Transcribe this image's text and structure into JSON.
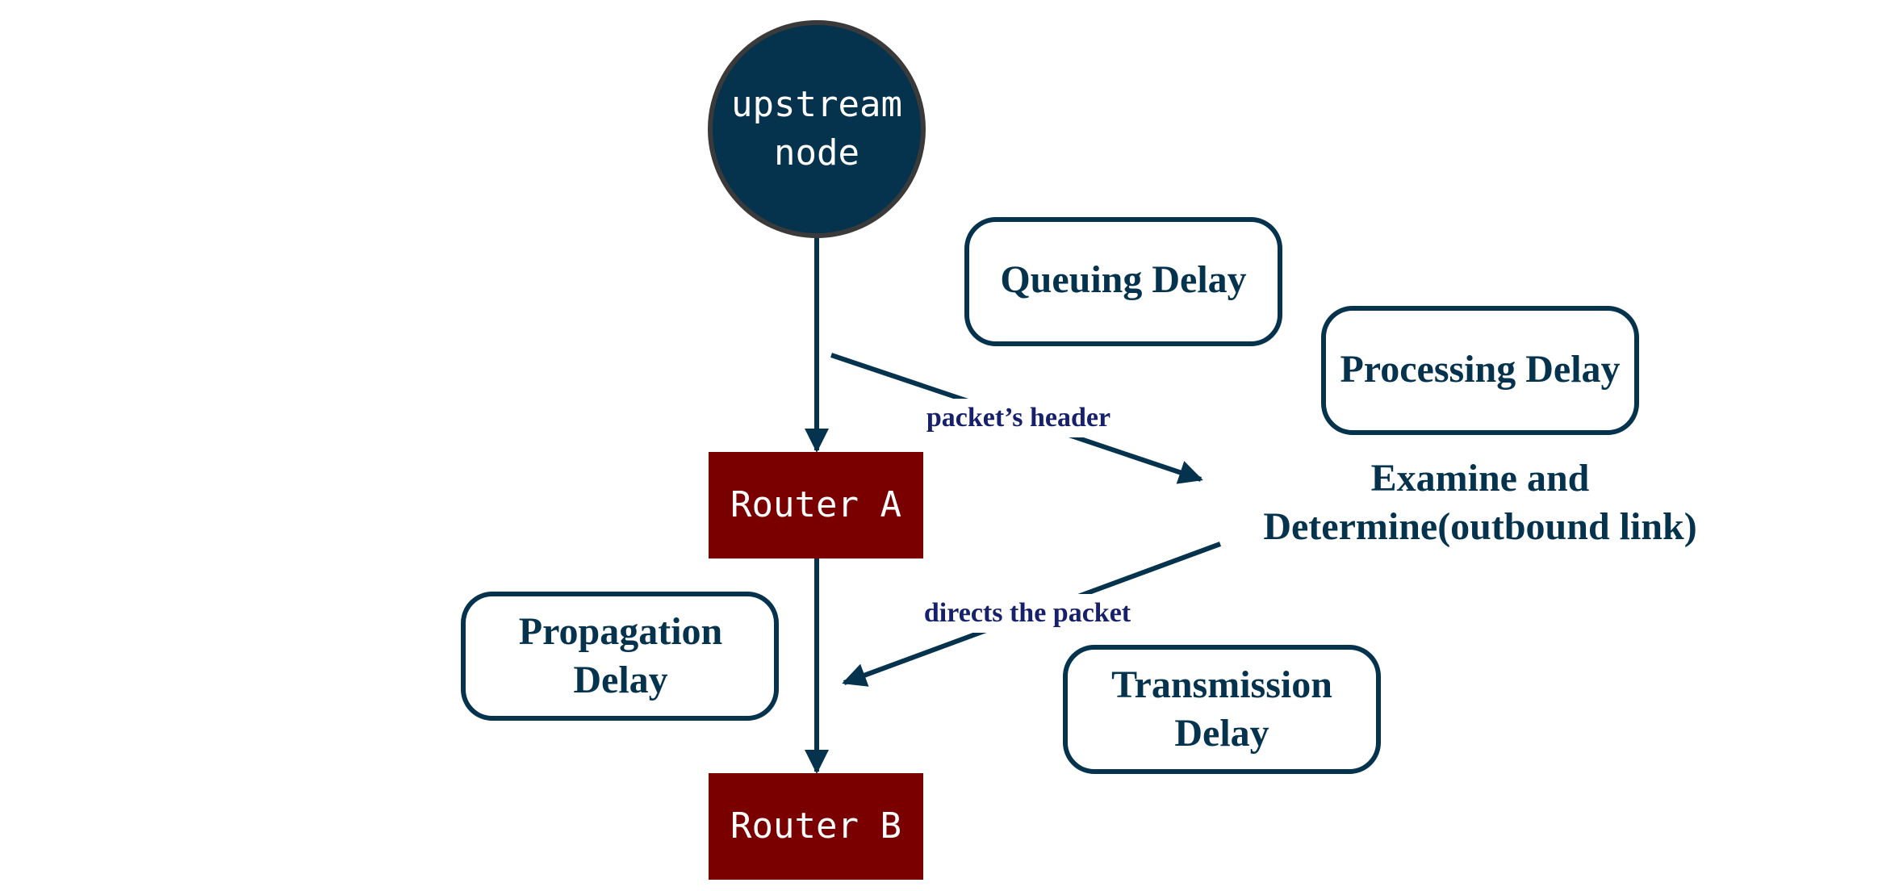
{
  "colors": {
    "navy": "#05334d",
    "navy_border": "#3a3a3a",
    "router_red": "#7a0000",
    "label_blue": "#16206b",
    "white": "#ffffff"
  },
  "nodes": {
    "upstream": {
      "line1": "upstream",
      "line2": "node"
    },
    "router_a": "Router A",
    "router_b": "Router B"
  },
  "delay_boxes": {
    "queuing": "Queuing Delay",
    "processing": "Processing Delay",
    "propagation": {
      "line1": "Propagation",
      "line2": "Delay"
    },
    "transmission": {
      "line1": "Transmission",
      "line2": "Delay"
    }
  },
  "examine": {
    "line1": "Examine and",
    "line2": "Determine(outbound link)"
  },
  "arrow_labels": {
    "header": "packet’s header",
    "directs": "directs the packet"
  }
}
